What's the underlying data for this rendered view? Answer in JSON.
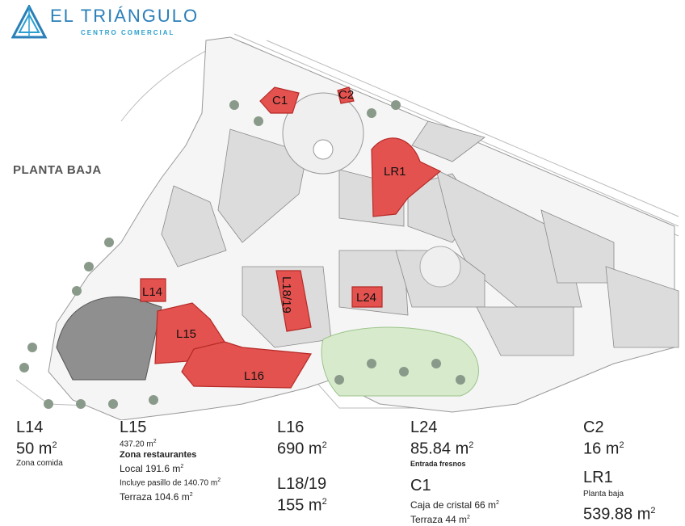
{
  "brand": {
    "name": "EL TRIÁNGULO",
    "subtitle": "CENTRO COMERCIAL"
  },
  "floor_label": "PLANTA BAJA",
  "colors": {
    "highlight": "#e4524f",
    "highlight_stroke": "#b52a27",
    "brand": "#2a7fb8",
    "green": "#cfe8c4",
    "building": "#d8d8d8"
  },
  "map_units": [
    {
      "id": "C1"
    },
    {
      "id": "C2"
    },
    {
      "id": "LR1"
    },
    {
      "id": "L14"
    },
    {
      "id": "L15"
    },
    {
      "id": "L16"
    },
    {
      "id": "L18/19"
    },
    {
      "id": "L24"
    }
  ],
  "legend": {
    "l14": {
      "code": "L14",
      "area": "50 m",
      "sup": "2",
      "note": "Zona comida"
    },
    "l15": {
      "code": "L15",
      "area": "437.20 m",
      "sup": "2",
      "zone": "Zona restaurantes",
      "local": "Local 191.6 m",
      "local_sup": "2",
      "pasillo": "Incluye pasillo de 140.70 m",
      "pasillo_sup": "2",
      "terraza": "Terraza 104.6 m",
      "terraza_sup": "2"
    },
    "l16": {
      "code": "L16",
      "area": "690 m",
      "sup": "2"
    },
    "l1819": {
      "code": "L18/19",
      "area": "155 m",
      "sup": "2"
    },
    "l24": {
      "code": "L24",
      "area": "85.84 m",
      "sup": "2",
      "note": "Entrada fresnos"
    },
    "c1": {
      "code": "C1",
      "line1": "Caja de cristal 66 m",
      "line1_sup": "2",
      "line2": "Terraza 44 m",
      "line2_sup": "2"
    },
    "c2": {
      "code": "C2",
      "area": "16 m",
      "sup": "2"
    },
    "lr1": {
      "code": "LR1",
      "note": "Planta baja",
      "area": "539.88 m",
      "sup": "2"
    }
  }
}
